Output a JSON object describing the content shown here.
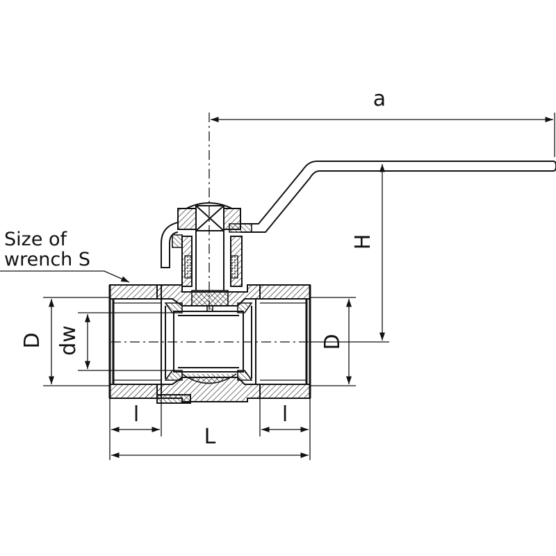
{
  "labels": {
    "a": "a",
    "H": "H",
    "D_left": "D",
    "D_right": "D",
    "dw": "dw",
    "l_left": "l",
    "l_right": "l",
    "L": "L",
    "wrench_line1": "Size of",
    "wrench_line2": "wrench S"
  },
  "colors": {
    "line": "#111111",
    "background": "#ffffff"
  }
}
